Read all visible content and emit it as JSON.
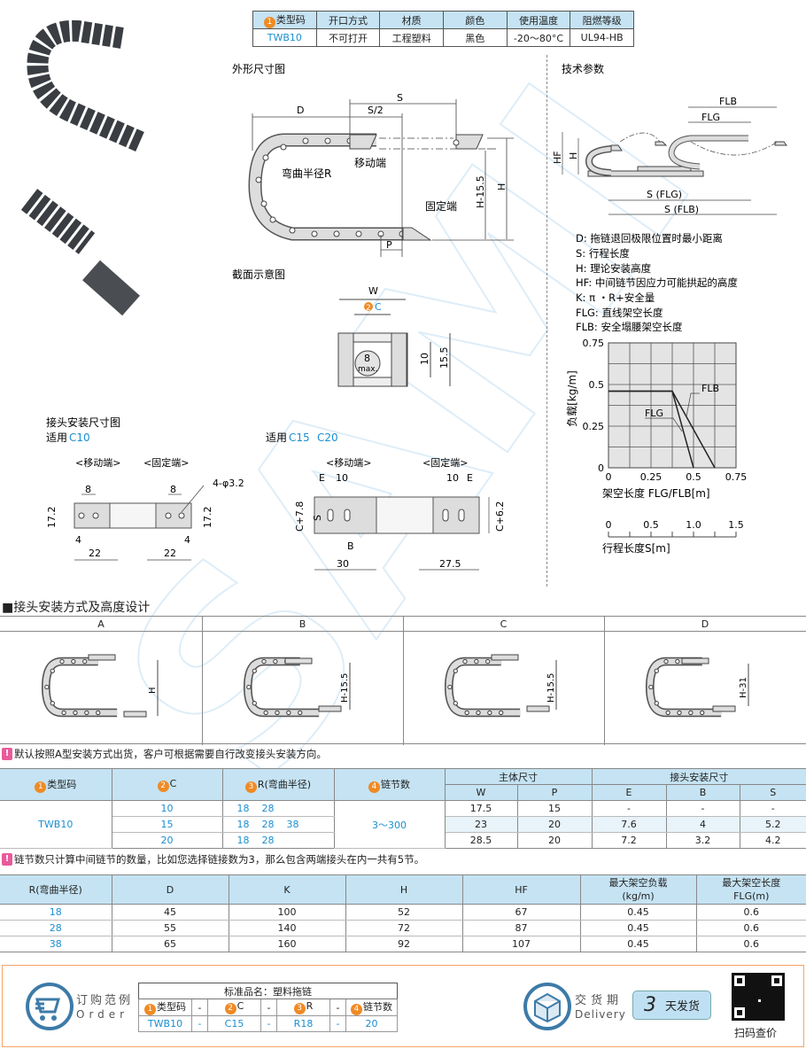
{
  "watermark": "SAMI",
  "spec_table": {
    "headers": [
      "类型码",
      "开口方式",
      "材质",
      "颜色",
      "使用温度",
      "阻燃等级"
    ],
    "header_num": "1",
    "values": [
      "TWB10",
      "不可打开",
      "工程塑料",
      "黑色",
      "-20～80°C",
      "UL94-HB"
    ]
  },
  "outline": {
    "title": "外形尺寸图",
    "D": "D",
    "S": "S",
    "S2": "S/2",
    "moving_end": "移动端",
    "bend_radius": "弯曲半径R",
    "fixed_end": "固定端",
    "H": "H",
    "H155": "H-15.5",
    "P": "P"
  },
  "section": {
    "title": "截面示意图",
    "W": "W",
    "C_num": "2",
    "C": "C",
    "d10": "10",
    "d155": "15.5",
    "max_top": "8",
    "max_bottom": "max."
  },
  "connector": {
    "title": "接头安装尺寸图",
    "c10_prefix": "适用",
    "c10": "C10",
    "c1520_prefix": "适用",
    "c15": "C15",
    "c20": "C20",
    "moving": "<移动端>",
    "fixed": "<固定端>",
    "d8": "8",
    "hole": "4-φ3.2",
    "d172": "17.2",
    "d4": "4",
    "d22": "22",
    "E": "E",
    "d10": "10",
    "C78": "C+7.8",
    "S": "S",
    "B": "B",
    "d30": "30",
    "d275": "27.5",
    "C62": "C+6.2"
  },
  "tech": {
    "title": "技术参数",
    "FLB": "FLB",
    "FLG": "FLG",
    "HF": "HF",
    "H": "H",
    "S_FLG": "S (FLG)",
    "S_FLB": "S (FLB)",
    "defs": [
      {
        "k": "D:",
        "v": "拖链退回极限位置时最小距离"
      },
      {
        "k": "S:",
        "v": "行程长度"
      },
      {
        "k": "H:",
        "v": "理论安装高度"
      },
      {
        "k": "HF:",
        "v": "中间链节因应力可能拱起的高度"
      },
      {
        "k": "K:",
        "v": "π ・R+安全量"
      },
      {
        "k": "FLG:",
        "v": "直线架空长度"
      },
      {
        "k": "FLB:",
        "v": "安全塌腰架空长度"
      }
    ]
  },
  "chart_data": {
    "type": "line",
    "xlabel": "架空长度 FLG/FLB[m]",
    "ylabel": "负载[kg/m]",
    "xlim": [
      0,
      0.75
    ],
    "ylim": [
      0,
      0.75
    ],
    "xticks": [
      "0",
      "0.25",
      "0.5",
      "0.75"
    ],
    "yticks": [
      "0",
      "0.25",
      "0.5",
      "0.75"
    ],
    "grid": true,
    "series": [
      {
        "name": "FLG",
        "points": [
          [
            0,
            0.46
          ],
          [
            0.375,
            0.46
          ],
          [
            0.5,
            0
          ]
        ]
      },
      {
        "name": "FLB",
        "points": [
          [
            0,
            0.46
          ],
          [
            0.375,
            0.46
          ],
          [
            0.625,
            0
          ]
        ]
      }
    ],
    "secondary_axis": {
      "label": "行程长度S[m]",
      "ticks": [
        "0",
        "0.5",
        "1.0",
        "1.5"
      ]
    }
  },
  "install": {
    "heading": "■接头安装方式及高度设计",
    "columns": [
      {
        "label": "A",
        "dim": "H"
      },
      {
        "label": "B",
        "dim": "H-15.5"
      },
      {
        "label": "C",
        "dim": "H-15.5"
      },
      {
        "label": "D",
        "dim": "H-31"
      }
    ]
  },
  "note1": "默认按照A型安装方式出货，客户可根据需要自行改变接头安装方向。",
  "table1": {
    "h_type": "类型码",
    "h_c": "C",
    "h_r": "R(弯曲半径)",
    "h_links": "链节数",
    "h_main": "主体尺寸",
    "h_joint": "接头安装尺寸",
    "sub": [
      "W",
      "P",
      "E",
      "B",
      "S"
    ],
    "type": "TWB10",
    "links": "3～300",
    "rows": [
      {
        "c": "10",
        "r": [
          "18",
          "28",
          ""
        ],
        "vals": [
          "17.5",
          "15",
          "-",
          "-",
          "-"
        ]
      },
      {
        "c": "15",
        "r": [
          "18",
          "28",
          "38"
        ],
        "vals": [
          "23",
          "20",
          "7.6",
          "4",
          "5.2"
        ]
      },
      {
        "c": "20",
        "r": [
          "18",
          "28",
          ""
        ],
        "vals": [
          "28.5",
          "20",
          "7.2",
          "3.2",
          "4.2"
        ]
      }
    ]
  },
  "note2": "链节数只计算中间链节的数量，比如您选择链接数为3，那么包含两端接头在内一共有5节。",
  "table2": {
    "headers": [
      "R(弯曲半径)",
      "D",
      "K",
      "H",
      "HF"
    ],
    "h_load": "最大架空负载",
    "h_load_unit": "(kg/m)",
    "h_len": "最大架空长度",
    "h_len_unit": "FLG(m)",
    "rows": [
      [
        "18",
        "45",
        "100",
        "52",
        "67",
        "0.45",
        "0.6"
      ],
      [
        "28",
        "55",
        "140",
        "72",
        "87",
        "0.45",
        "0.6"
      ],
      [
        "38",
        "65",
        "160",
        "92",
        "107",
        "0.45",
        "0.6"
      ]
    ]
  },
  "footer": {
    "order_cn": "订购范例",
    "order_en": "Order",
    "std_name": "标准品名：塑料拖链",
    "cols": [
      "类型码",
      "-",
      "C",
      "-",
      "R",
      "-",
      "链节数"
    ],
    "nums": [
      "1",
      "",
      "2",
      "",
      "3",
      "",
      "4"
    ],
    "values": [
      "TWB10",
      "-",
      "C15",
      "-",
      "R18",
      "-",
      "20"
    ],
    "delivery_cn": "交货期",
    "delivery_en": "Delivery",
    "days": "3",
    "days_label": "天发货",
    "qr_label": "扫码查价",
    "accent": "#f3a46a",
    "badge_bg": "#bfe0f3"
  }
}
